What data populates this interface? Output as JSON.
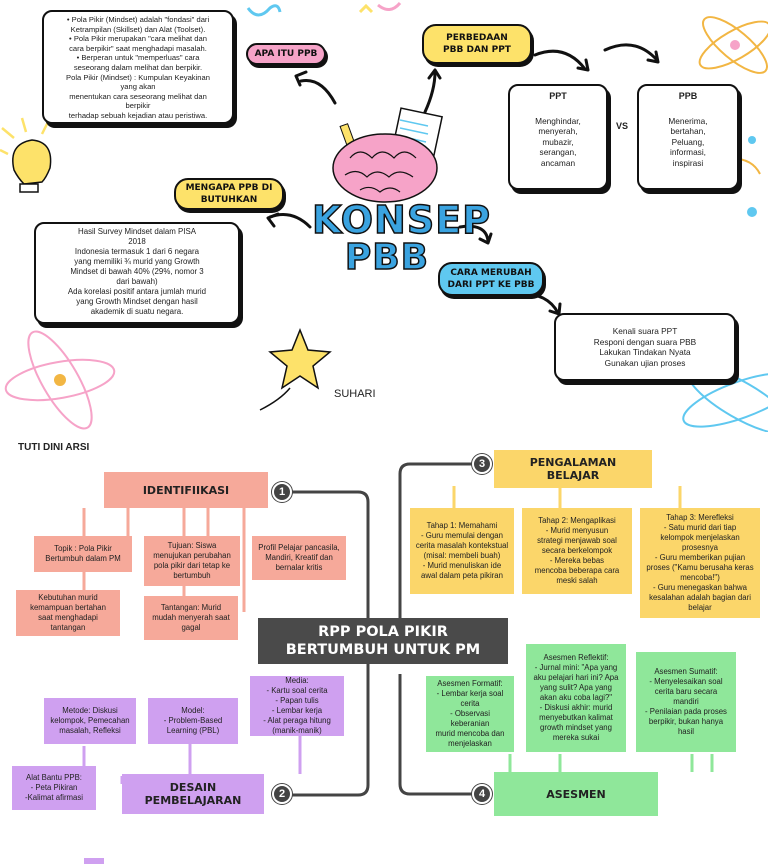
{
  "mindmap": {
    "center_title_line1": "KONSEP",
    "center_title_line2": "PBB",
    "apa_itu_label": "APA ITU PPB",
    "apa_itu_text": "•  Pola Pikir (Mindset) adalah \"fondasi\" dari\nKetrampilan (Skillset) dan Alat (Toolset).\n•  Pola Pikir merupakan \"cara melihat dan\ncara berpikir\" saat menghadapi masalah.\n•  Berperan untuk \"memperluas\" cara\nseseorang dalam melihat dan berpikir.\nPola Pikir (Mindset) : Kumpulan Keyakinan\nyang akan\nmenentukan cara seseorang melihat dan\nberpikir\nterhadap sebuah kejadian atau peristiwa.",
    "perbedaan_label": "PERBEDAAN\nPBB DAN PPT",
    "ppt_title": "PPT",
    "ppt_text": "Menghindar,\nmenyerah,\nmubazir,\nserangan,\nancaman",
    "vs_label": "VS",
    "ppb_title": "PPB",
    "ppb_text": "Menerima,\nbertahan,\nPeluang,\ninformasi,\ninspirasi",
    "mengapa_label": "MENGAPA PPB DI\nBUTUHKAN",
    "mengapa_text": "Hasil Survey Mindset dalam PISA\n2018\nIndonesia termasuk 1 dari 6 negara\nyang memiliki ¾ murid yang Growth\nMindset di bawah 40% (29%, nomor 3\ndari bawah)\nAda korelasi positif antara jumlah murid\nyang Growth Mindset dengan hasil\nakademik di suatu negara.",
    "cara_label": "CARA MERUBAH\nDARI PPT KE PBB",
    "cara_text": "Kenali suara PPT\nResponi dengan suara PBB\nLakukan Tindakan Nyata\nGunakan ujian proses",
    "author": "SUHARI"
  },
  "rpp": {
    "author": "TUTI DINI ARSI",
    "center_title": "RPP POLA PIKIR\nBERTUMBUH UNTUK PM",
    "s1": {
      "num": "1",
      "title": "IDENTIFIIKASI",
      "topik": "Topik : Pola Pikir\nBertumbuh dalam PM",
      "kebutuhan": "Kebutuhan murid\nkemampuan bertahan\nsaat menghadapi\ntantangan",
      "tujuan": "Tujuan: Siswa\nmenujukan perubahan\npola pikir dari tetap ke\nbertumbuh",
      "tantangan": "Tantangan: Murid\nmudah menyerah saat\ngagal",
      "profil": "Profil Pelajar pancasila,\nMandiri, Kreatif dan\nbernalar kritis"
    },
    "s2": {
      "num": "2",
      "title": "DESAIN\nPEMBELAJARAN",
      "metode": "Metode: Diskusi\nkelompok, Pemecahan\nmasalah, Refleksi",
      "model": "Model:\n- Problem-Based\nLearning (PBL)",
      "media": "Media:\n- Kartu soal cerita\n- Papan tulis\n- Lembar kerja\n- Alat peraga hitung\n(manik-manik)",
      "alat": "Alat Bantu PPB:\n- Peta Pikiran\n-Kalimat afirmasi"
    },
    "s3": {
      "num": "3",
      "title": "PENGALAMAN\nBELAJAR",
      "tahap1": "Tahap 1: Memahami\n- Guru memulai dengan\ncerita masalah kontekstual\n(misal: membeli buah)\n- Murid menuliskan ide\nawal dalam peta pikiran",
      "tahap2": "Tahap 2: Mengaplikasi\n- Murid menyusun\nstrategi menjawab soal\nsecara berkelompok\n- Mereka bebas\nmencoba beberapa cara\nmeski salah",
      "tahap3": "Tahap 3: Merefleksi\n- Satu murid dari tiap\nkelompok menjelaskan\nprosesnya\n- Guru memberikan pujian\nproses (\"Kamu berusaha keras\nmencoba!\")\n- Guru menegaskan bahwa\nkesalahan adalah bagian dari\nbelajar"
    },
    "s4": {
      "num": "4",
      "title": "ASESMEN",
      "formatif": "Asesmen Formatif:\n- Lembar kerja soal\ncerita\n- Observasi keberanian\nmurid mencoba dan\nmenjelaskan",
      "reflektif": "Asesmen Reflektif:\n- Jurnal mini: \"Apa yang\naku pelajari hari ini? Apa\nyang sulit? Apa yang\nakan aku coba lagi?\"\n- Diskusi akhir: murid\nmenyebutkan kalimat\ngrowth mindset yang\nmereka sukai",
      "sumatif": "Asesmen Sumatif:\n- Menyelesaikan soal\ncerita baru secara\nmandiri\n- Penilaian pada proses\nberpikir, bukan hanya\nhasil"
    },
    "colors": {
      "salmon": "#f6a99a",
      "purple": "#cfa0f0",
      "gold": "#fbd66a",
      "green": "#8fe79a",
      "dark": "#444444"
    }
  }
}
